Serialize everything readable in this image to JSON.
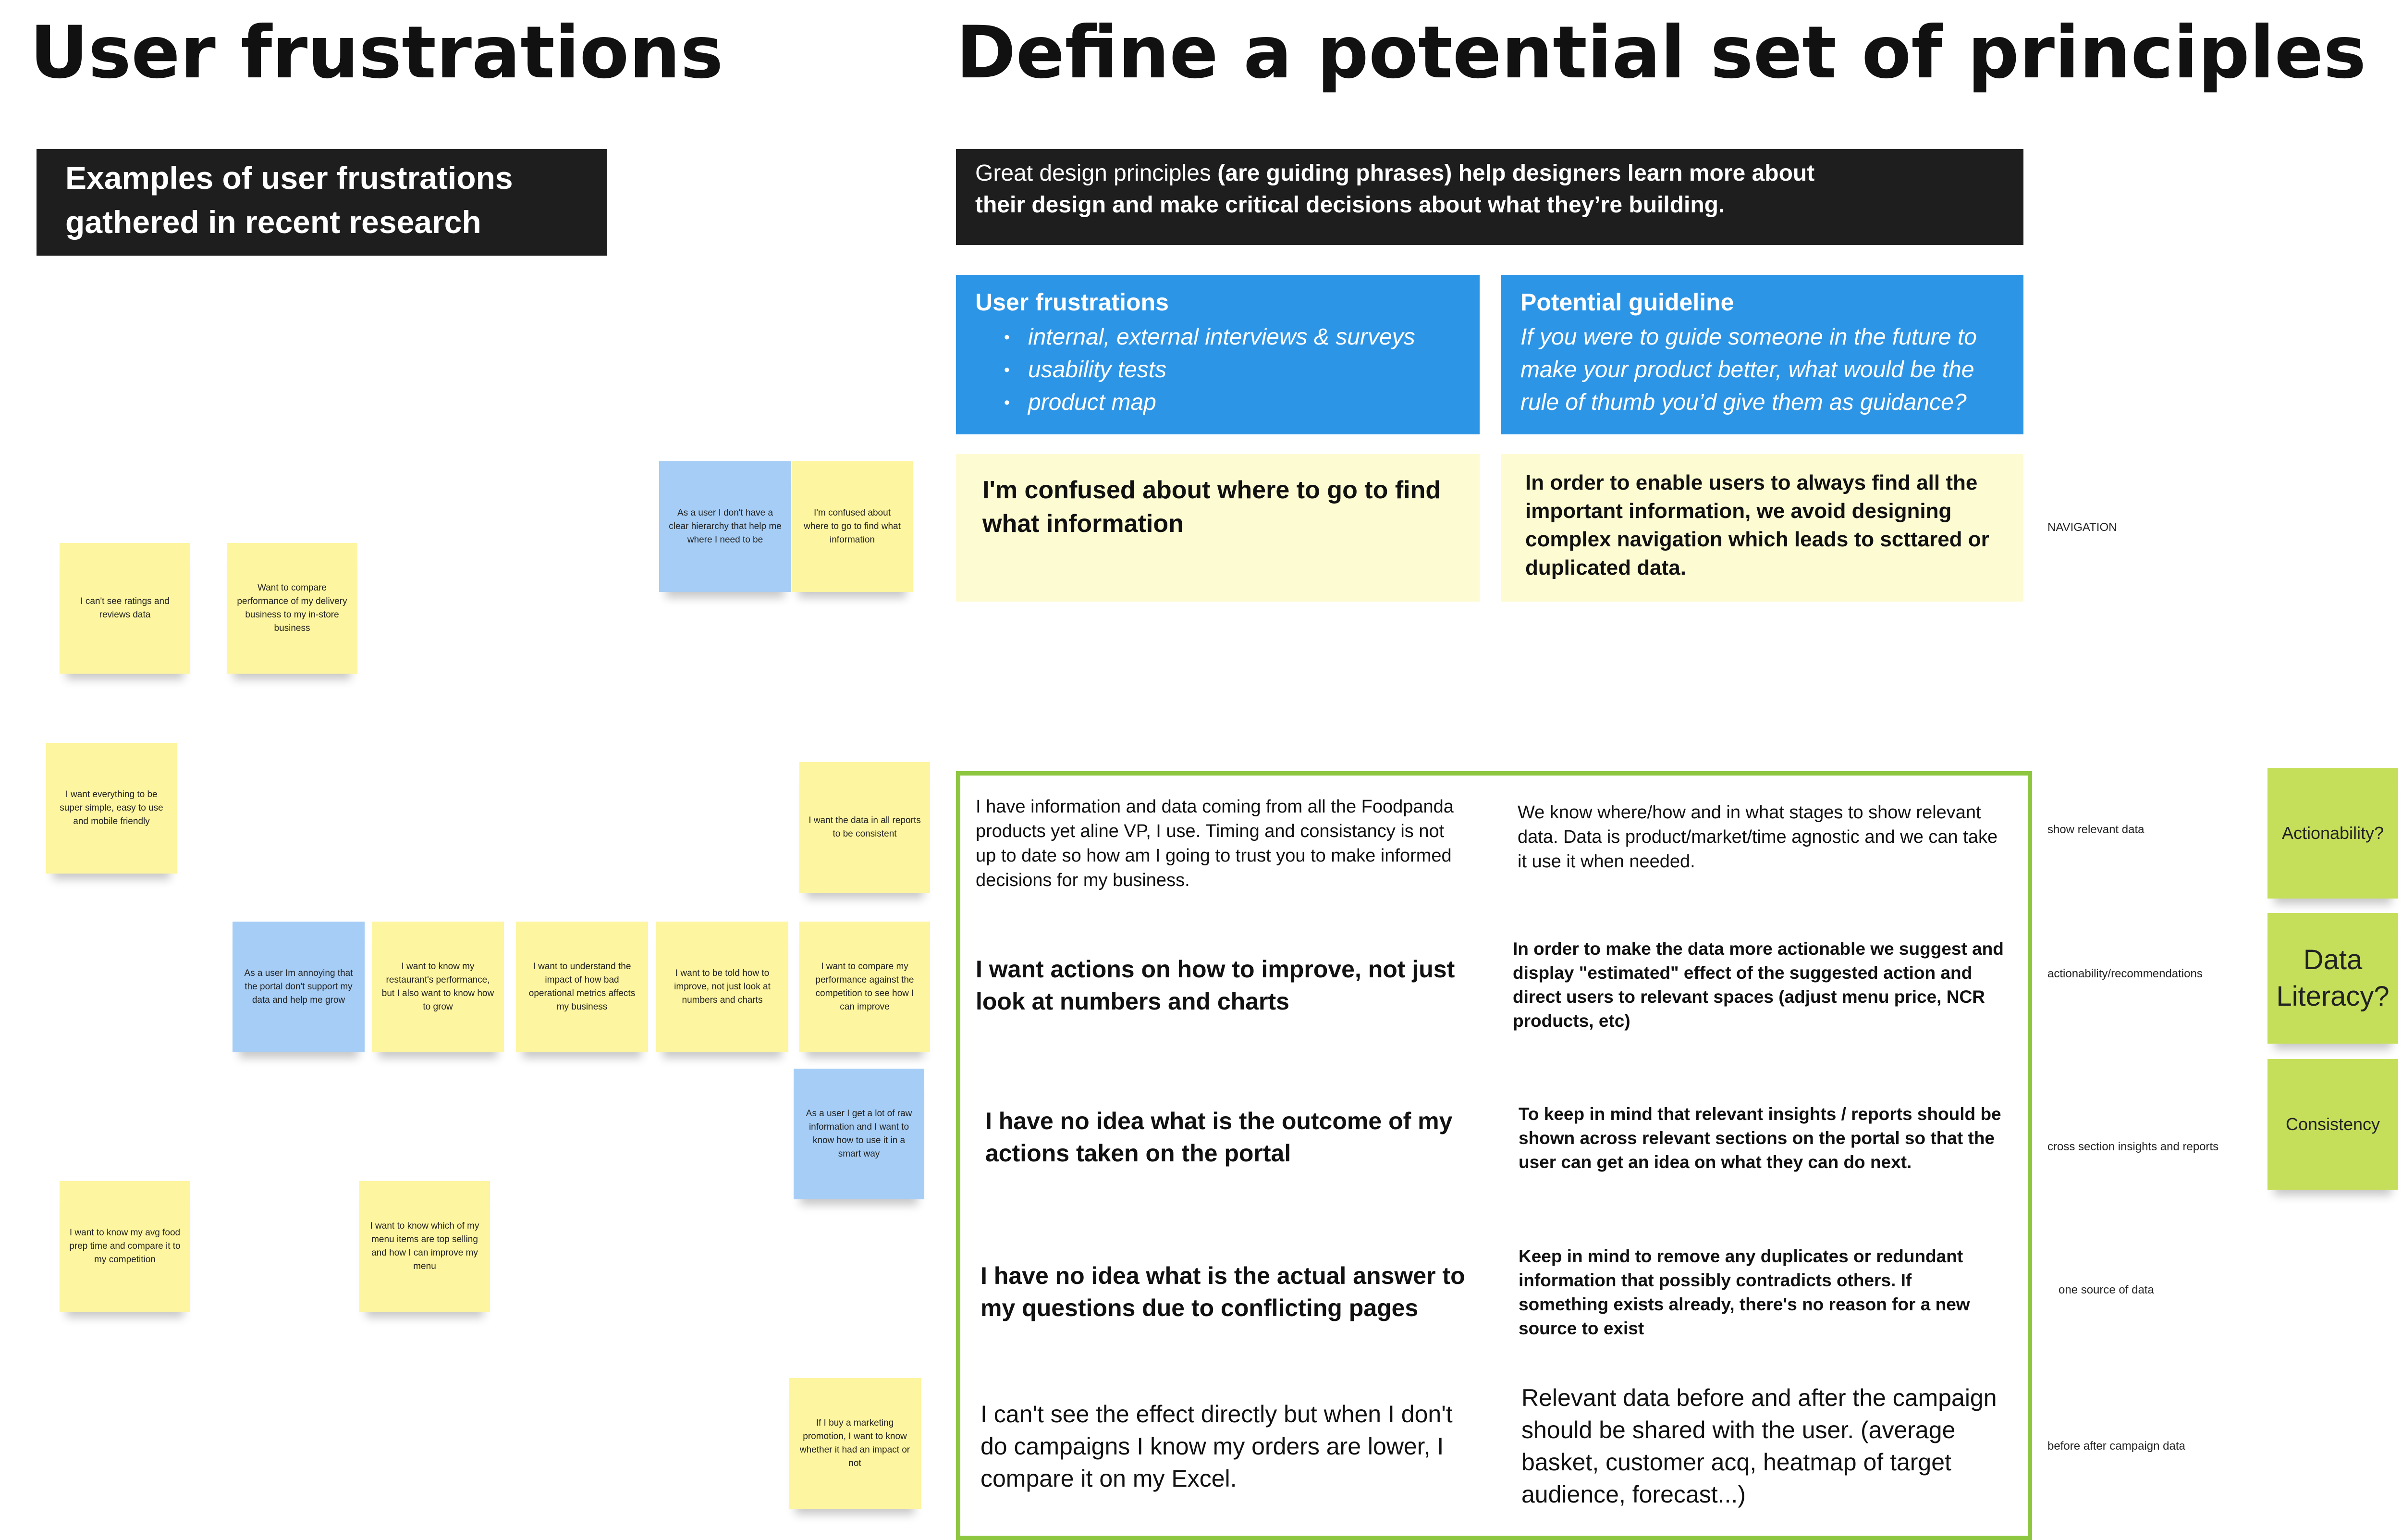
{
  "titles": {
    "left": "User frustrations",
    "right": "Define a potential set of principles"
  },
  "banners": {
    "left_line1": "Examples of user frustrations",
    "left_line2": "gathered in recent research",
    "right_part1": "Great design principles ",
    "right_part2_bold": "(are guiding phrases) help designers learn more about",
    "right_line2": "their design and make critical decisions about what they’re building."
  },
  "header_cards": {
    "frustrations": {
      "heading": "User frustrations",
      "bullets": [
        "internal, external interviews & surveys",
        "usability tests",
        "product map"
      ]
    },
    "guideline": {
      "heading": "Potential guideline",
      "description": "If you were to guide someone in the future to make your product better, what would be the rule of thumb you’d give them as guidance?"
    }
  },
  "example_row": {
    "frustration": "I'm confused about where to go to find what information",
    "guideline": "In order to enable users to always find all the important information, we avoid designing complex navigation which leads to scttared or duplicated data.",
    "label": "NAVIGATION"
  },
  "principles": [
    {
      "frustration": "I have information and data coming from all the Foodpanda products yet aline VP, I use. Timing and consistancy is not up to date so how am I going to trust you to make informed decisions for my business.",
      "guideline": "We know where/how and in what stages to show relevant data. Data is product/market/time agnostic and we can take it use it when needed.",
      "label": "show relevant data"
    },
    {
      "frustration": "I want actions on how to improve, not just look at numbers and charts",
      "guideline": "In order to make the data more actionable we suggest and display \"estimated\" effect of the suggested action and direct users to relevant spaces (adjust menu price, NCR products, etc)",
      "label": "actionability/recommendations"
    },
    {
      "frustration": "I have no idea what is the outcome of my actions taken on the portal",
      "guideline": "To keep in mind that relevant insights / reports should be shown across relevant sections on the portal so that the user can get an idea on what they can do next.",
      "label": "cross section insights and reports"
    },
    {
      "frustration": "I have no idea what is the actual answer to my questions due to conflicting pages",
      "guideline": "Keep in mind to remove any duplicates or redundant information that possibly contradicts others. If something exists already, there's no reason for a new source to exist",
      "label": "one source of data"
    },
    {
      "frustration": "I can't see the effect directly but when I don't do campaigns I know my orders are lower, I compare it on my Excel.",
      "guideline": "Relevant data before and after the campaign should be shared with the user. (average basket, customer acq, heatmap of target audience, forecast...)",
      "label": "before after campaign data"
    }
  ],
  "themes": [
    "Actionability?",
    "Data Literacy?",
    "Consistency"
  ],
  "stickies": [
    {
      "text": "As a user I don't have a clear hierarchy that help me where I need to be",
      "color": "blue"
    },
    {
      "text": "I'm confused about where to go to find what information",
      "color": "yellow"
    },
    {
      "text": "I can't see ratings and reviews data",
      "color": "yellow"
    },
    {
      "text": "Want to compare performance of my delivery business to my in-store business",
      "color": "yellow"
    },
    {
      "text": "I want everything to be super simple, easy to use and mobile friendly",
      "color": "yellow"
    },
    {
      "text": "I want the data in all reports to be consistent",
      "color": "yellow"
    },
    {
      "text": "As a user Im annoying that the portal don't support my data and help me grow",
      "color": "blue"
    },
    {
      "text": "I want to know my restaurant's performance, but I also want to know how to grow",
      "color": "yellow"
    },
    {
      "text": "I want to understand the impact of how bad operational metrics affects my business",
      "color": "yellow"
    },
    {
      "text": "I want to be told how to improve, not just look at numbers and charts",
      "color": "yellow"
    },
    {
      "text": "I want to compare my performance against the competition to see how I can improve",
      "color": "yellow"
    },
    {
      "text": "As a user I get a lot of raw information and I want to know how to use it in a smart way",
      "color": "blue"
    },
    {
      "text": "I want to know my avg food prep time and compare it to my competition",
      "color": "yellow"
    },
    {
      "text": "I want to know which of my menu items are top selling and how I can improve my menu",
      "color": "yellow"
    },
    {
      "text": "If I buy a marketing promotion, I want to know whether it had an impact or not",
      "color": "yellow"
    }
  ],
  "colors": {
    "banner": "#1e1e1e",
    "header_blue": "#2d95e6",
    "cream": "#fdfbd2",
    "green_border": "#8dc63f",
    "sticky_yellow": "#fdf59f",
    "sticky_blue": "#a6cdf5",
    "sticky_green": "#c5df5a"
  }
}
